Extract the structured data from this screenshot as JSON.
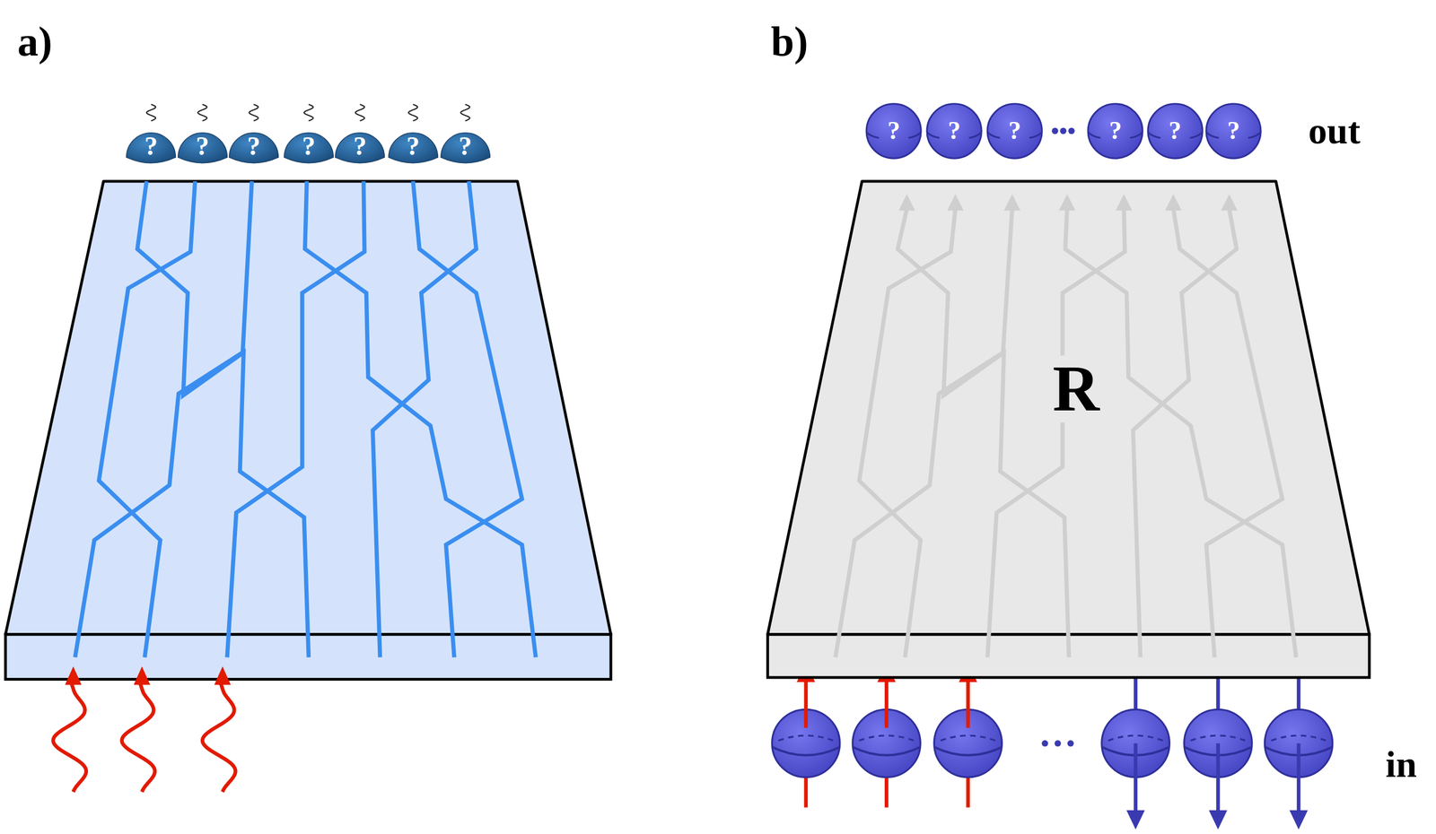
{
  "diagram": {
    "nodes": [
      {
        "text": [
          "?"
        ]
      },
      {
        "text": [
          "?"
        ]
      },
      {
        "text": [
          "?"
        ]
      },
      {
        "text": [
          "?"
        ]
      },
      {
        "text": [
          "?"
        ]
      },
      {
        "text": [
          "?"
        ]
      },
      {
        "text": [
          "?"
        ]
      },
      {
        "text": [
          "?"
        ]
      },
      {
        "text": [
          "?"
        ]
      },
      {
        "text": [
          "?"
        ]
      },
      {
        "text": [
          "?"
        ]
      },
      {
        "text": [
          "?"
        ]
      },
      {
        "text": [
          "?"
        ]
      },
      {
        "text": [
          "R"
        ]
      }
    ],
    "labels": [
      "a)",
      "b)",
      "out",
      "in"
    ]
  }
}
